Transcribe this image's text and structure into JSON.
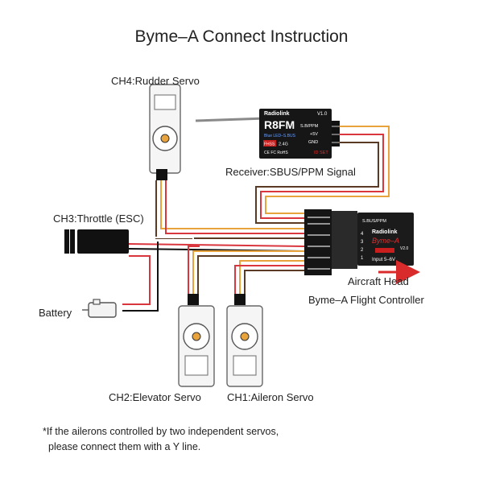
{
  "title": "Byme–A Connect Instruction",
  "labels": {
    "ch4": "CH4:Rudder Servo",
    "receiver": "Receiver:SBUS/PPM Signal",
    "ch3": "CH3:Throttle (ESC)",
    "battery": "Battery",
    "aircraft_head": "Aircraft Head",
    "controller": "Byme–A Flight Controller",
    "ch2": "CH2:Elevator Servo",
    "ch1": "CH1:Aileron Servo"
  },
  "receiver": {
    "brand": "Radiolink",
    "version": "V1.0",
    "model": "R8FM",
    "pins": [
      "S.B/PPM",
      "+5V",
      "GND"
    ],
    "led_text": "Blue LED–S.BUS",
    "id_set": "ID SET",
    "fhss": "FHSS",
    "band": "2.4G",
    "cert": "CE FC RoHS"
  },
  "controller": {
    "port_header": "S.BUS/PPM",
    "brand": "Radiolink",
    "model": "Byme–A",
    "version": "V2.0",
    "input": "Input 5–6V",
    "channels": [
      "4",
      "3",
      "2",
      "1"
    ]
  },
  "footnote": {
    "line1": "*If the ailerons controlled by two independent servos,",
    "line2": "please connect them with a Y line."
  },
  "colors": {
    "signal": "#e8a33d",
    "power": "#d9363e",
    "ground": "#5a3a22",
    "black": "#111111",
    "arrow": "#d92b2b",
    "accent_red": "#c81e1e",
    "blue": "#2a5bd7"
  }
}
